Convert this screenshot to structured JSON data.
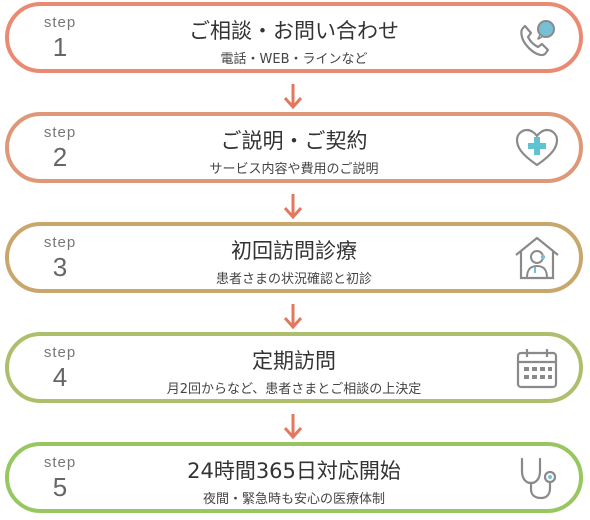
{
  "step_word": "step",
  "colors": {
    "arrow": "#e2795f",
    "icon": "#8a8a8a",
    "icon_accent_blue": "#76c0d6",
    "icon_accent_cyan": "#5fc3d1"
  },
  "steps": [
    {
      "number": "1",
      "title": "ご相談・お問い合わせ",
      "desc": "電話・WEB・ラインなど",
      "icon": "phone-icon",
      "color": "#ea8a73"
    },
    {
      "number": "2",
      "title": "ご説明・ご契約",
      "desc": "サービス内容や費用のご説明",
      "icon": "heart-cross-icon",
      "color": "#df9877"
    },
    {
      "number": "3",
      "title": "初回訪問診療",
      "desc": "患者さまの状況確認と初診",
      "icon": "home-doctor-icon",
      "color": "#c8a66c"
    },
    {
      "number": "4",
      "title": "定期訪問",
      "desc": "月2回からなど、患者さまとご相談の上決定",
      "icon": "calendar-icon",
      "color": "#adbf6c"
    },
    {
      "number": "5",
      "title": "24時間365日対応開始",
      "desc": "夜間・緊急時も安心の医療体制",
      "icon": "stethoscope-icon",
      "color": "#98c761"
    }
  ]
}
